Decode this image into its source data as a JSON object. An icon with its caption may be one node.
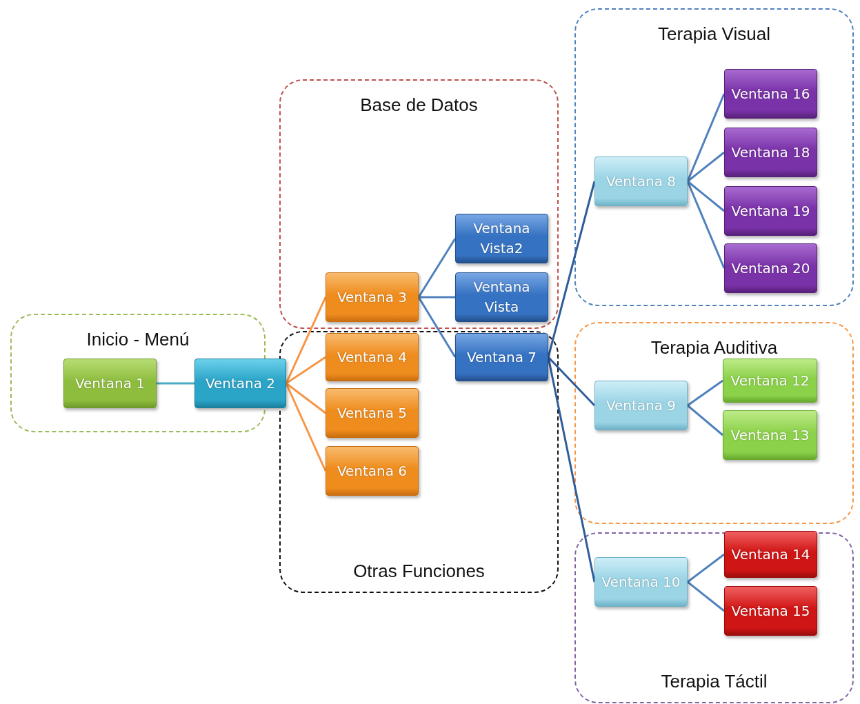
{
  "diagram": {
    "nodes": [
      {
        "text": [
          "Inicio - Menú"
        ]
      },
      {
        "text": [
          "Ventana 1"
        ],
        "in": 0
      },
      {
        "text": [
          "Ventana 2"
        ]
      },
      {
        "text": [
          "Base de Datos"
        ]
      },
      {
        "text": [
          "Ventana 3"
        ],
        "in": 3
      },
      {
        "text": [
          "Ventana Vista2"
        ],
        "in": 3
      },
      {
        "text": [
          "Ventana Vista"
        ],
        "in": 3
      },
      {
        "text": [
          "Otras Funciones"
        ]
      },
      {
        "text": [
          "Ventana 4"
        ],
        "in": 7
      },
      {
        "text": [
          "Ventana 5"
        ],
        "in": 7
      },
      {
        "text": [
          "Ventana 6"
        ],
        "in": 7
      },
      {
        "text": [
          "Ventana 7"
        ],
        "in": 7
      },
      {
        "text": [
          "Terapia Visual"
        ]
      },
      {
        "text": [
          "Ventana 8"
        ],
        "in": 12
      },
      {
        "text": [
          "Ventana 16"
        ],
        "in": 12
      },
      {
        "text": [
          "Ventana 18"
        ],
        "in": 12
      },
      {
        "text": [
          "Ventana 19"
        ],
        "in": 12
      },
      {
        "text": [
          "Ventana 20"
        ],
        "in": 12
      },
      {
        "text": [
          "Terapia Auditiva"
        ]
      },
      {
        "text": [
          "Ventana 9"
        ],
        "in": 18
      },
      {
        "text": [
          "Ventana 12"
        ],
        "in": 18
      },
      {
        "text": [
          "Ventana 13"
        ],
        "in": 18
      },
      {
        "text": [
          "Terapia Táctil"
        ]
      },
      {
        "text": [
          "Ventana 10"
        ],
        "in": 22
      },
      {
        "text": [
          "Ventana 14"
        ],
        "in": 22
      },
      {
        "text": [
          "Ventana 15"
        ],
        "in": 22
      }
    ],
    "edges": [
      {
        "from": 1,
        "to": 2,
        "arrow": "none",
        "color": "#4bacc6"
      },
      {
        "from": 2,
        "to": 4,
        "arrow": "none",
        "color": "#f79646"
      },
      {
        "from": 2,
        "to": 8,
        "arrow": "none",
        "color": "#f79646"
      },
      {
        "from": 2,
        "to": 9,
        "arrow": "none",
        "color": "#f79646"
      },
      {
        "from": 2,
        "to": 10,
        "arrow": "none",
        "color": "#f79646"
      },
      {
        "from": 4,
        "to": 5,
        "arrow": "none"
      },
      {
        "from": 4,
        "to": 6,
        "arrow": "none"
      },
      {
        "from": 4,
        "to": 11,
        "arrow": "none"
      },
      {
        "from": 11,
        "to": 13,
        "arrow": "none",
        "color": "#2f5d9a"
      },
      {
        "from": 11,
        "to": 19,
        "arrow": "none",
        "color": "#2f5d9a"
      },
      {
        "from": 11,
        "to": 23,
        "arrow": "none",
        "color": "#2f5d9a"
      },
      {
        "from": 13,
        "to": 14,
        "arrow": "none"
      },
      {
        "from": 13,
        "to": 15,
        "arrow": "none"
      },
      {
        "from": 13,
        "to": 16,
        "arrow": "none"
      },
      {
        "from": 13,
        "to": 17,
        "arrow": "none"
      },
      {
        "from": 19,
        "to": 20,
        "arrow": "none"
      },
      {
        "from": 19,
        "to": 21,
        "arrow": "none"
      },
      {
        "from": 23,
        "to": 24,
        "arrow": "none"
      },
      {
        "from": 23,
        "to": 25,
        "arrow": "none"
      }
    ]
  }
}
